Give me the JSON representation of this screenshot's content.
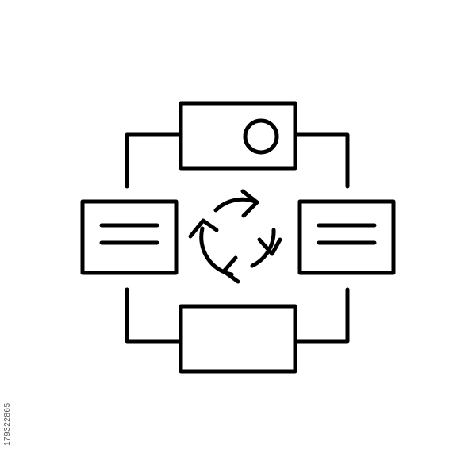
{
  "image": {
    "background": "#ffffff",
    "stroke_color": "#000000",
    "icon": "workflow-cycle-icon",
    "side_id_text": "179322865"
  },
  "diagram": {
    "nodes": [
      {
        "role": "top",
        "content": "circle"
      },
      {
        "role": "left",
        "content": "two-lines"
      },
      {
        "role": "right",
        "content": "two-lines"
      },
      {
        "role": "bottom",
        "content": "empty"
      }
    ],
    "connectors": [
      {
        "from": "top",
        "to": "left"
      },
      {
        "from": "top",
        "to": "right"
      },
      {
        "from": "bottom",
        "to": "left"
      },
      {
        "from": "bottom",
        "to": "right"
      }
    ],
    "center": {
      "icon": "refresh-cycle-icon",
      "arrows": 3
    }
  }
}
